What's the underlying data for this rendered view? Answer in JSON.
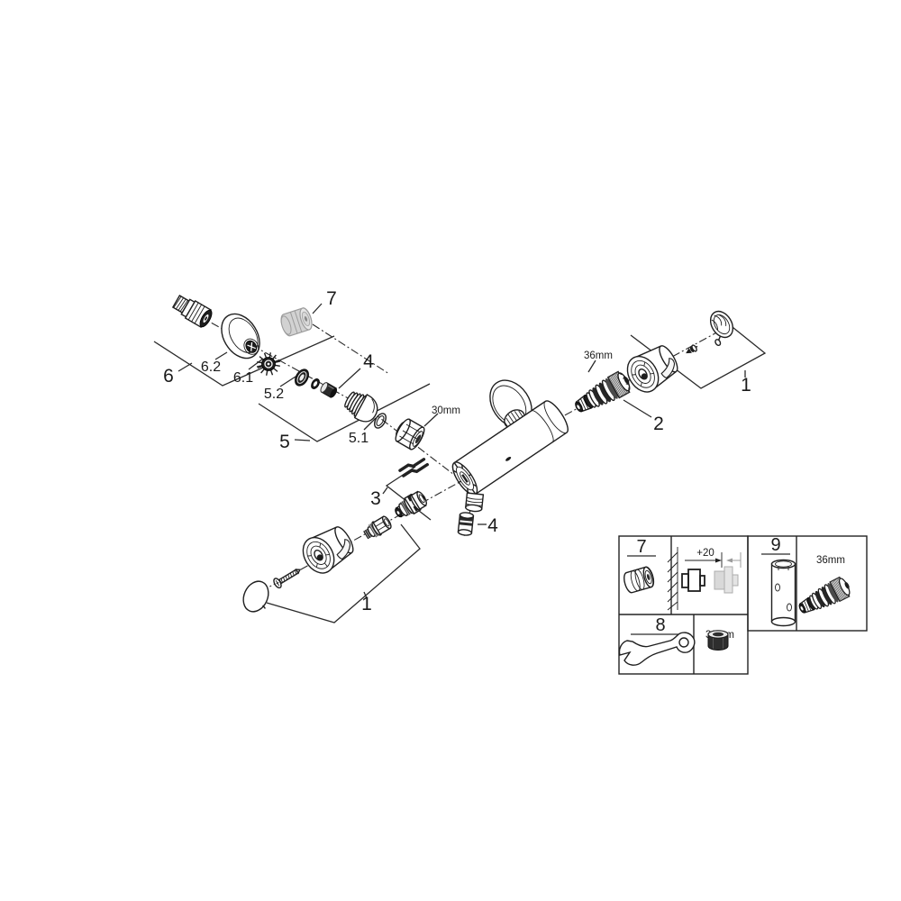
{
  "diagram_labels": {
    "part1": "1",
    "part2": "2",
    "part3": "3",
    "part4": "4",
    "part5": "5",
    "part5_1": "5.1",
    "part5_2": "5.2",
    "part6": "6",
    "part6_1": "6.1",
    "part6_2": "6.2",
    "part7": "7",
    "part8": "8",
    "part9": "9"
  },
  "dimensions": {
    "nut_size": "30mm",
    "cartridge_size": "36mm",
    "extension_offset": "+20"
  },
  "colors": {
    "line": "#1f1f1f",
    "background": "#ffffff",
    "spare_part_grey": "#d2d2d2"
  }
}
